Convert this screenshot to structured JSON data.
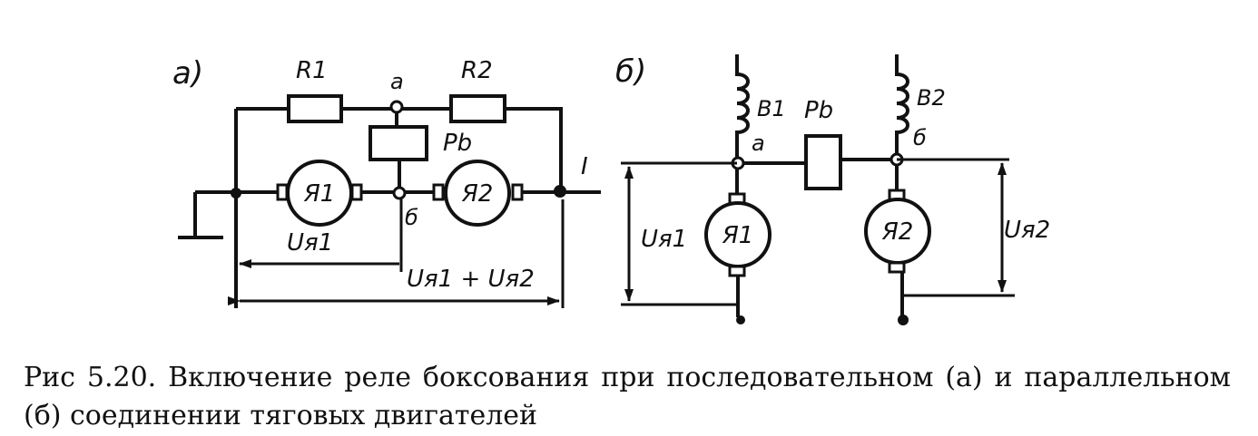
{
  "diagram_a": {
    "panel_label": "а)",
    "resistor_1": "R1",
    "resistor_2": "R2",
    "node_a": "а",
    "node_b": "б",
    "relay": "Pb",
    "armature_1": "Я1",
    "armature_2": "Я2",
    "voltage_1": "Uя1",
    "voltage_sum": "Uя1 + Uя2",
    "current": "I"
  },
  "diagram_b": {
    "panel_label": "б)",
    "field_1": "В1",
    "field_2": "В2",
    "node_a": "а",
    "node_b": "б",
    "relay": "Pb",
    "armature_1": "Я1",
    "armature_2": "Я2",
    "voltage_1": "Uя1",
    "voltage_2": "Uя2"
  },
  "caption": "Рис 5.20. Включение реле боксования при последовательном (а) и параллельном (б) соединении тяговых двигателей"
}
